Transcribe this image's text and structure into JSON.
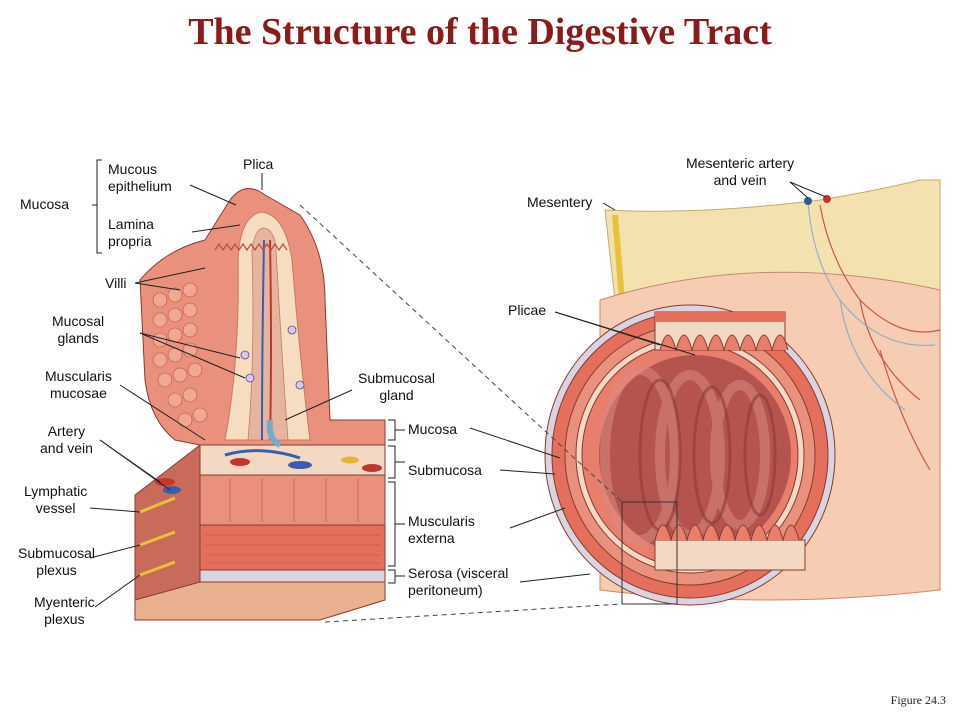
{
  "title": "The Structure of the Digestive Tract",
  "caption": "Figure 24.3",
  "colors": {
    "title": "#8b1a1a",
    "tissue": "#e87f6d",
    "lumen": "#b5544f",
    "lamina": "#f6dcc0",
    "mesentery": "#f3e2b0"
  },
  "labels": {
    "mucosa_left": "Mucosa",
    "mucous_epithelium": "Mucous\nepithelium",
    "lamina_propria": "Lamina\npropria",
    "plica": "Plica",
    "villi": "Villi",
    "mucosal_glands": "Mucosal\nglands",
    "muscularis_mucosae": "Muscularis\nmucosae",
    "artery_vein": "Artery\nand vein",
    "lymphatic_vessel": "Lymphatic\nvessel",
    "submucosal_plexus": "Submucosal\nplexus",
    "myenteric_plexus": "Myenteric\nplexus",
    "submucosal_gland": "Submucosal\ngland",
    "mucosa_mid": "Mucosa",
    "submucosa": "Submucosa",
    "muscularis_externa": "Muscularis\nexterna",
    "serosa": "Serosa (visceral\nperitoneum)",
    "mesenteric_artery_vein": "Mesenteric artery\nand vein",
    "mesentery": "Mesentery",
    "plicae": "Plicae"
  }
}
